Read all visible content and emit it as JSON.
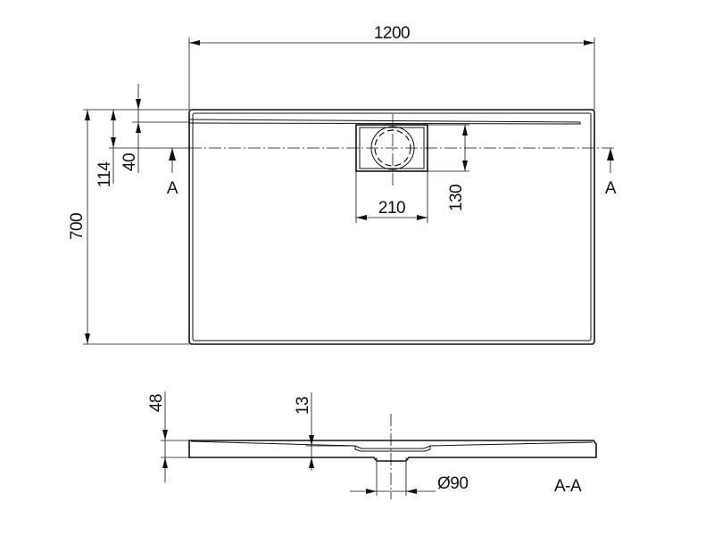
{
  "plan": {
    "dim_width": "1200",
    "dim_depth": "700",
    "dim_114": "114",
    "dim_40": "40",
    "dim_drain_width": "210",
    "dim_drain_depth": "130",
    "section_mark_left": "A",
    "section_mark_right": "A"
  },
  "section": {
    "dim_height": "48",
    "dim_13": "13",
    "dim_drain_diameter": "Ø90",
    "section_title": "A-A"
  }
}
